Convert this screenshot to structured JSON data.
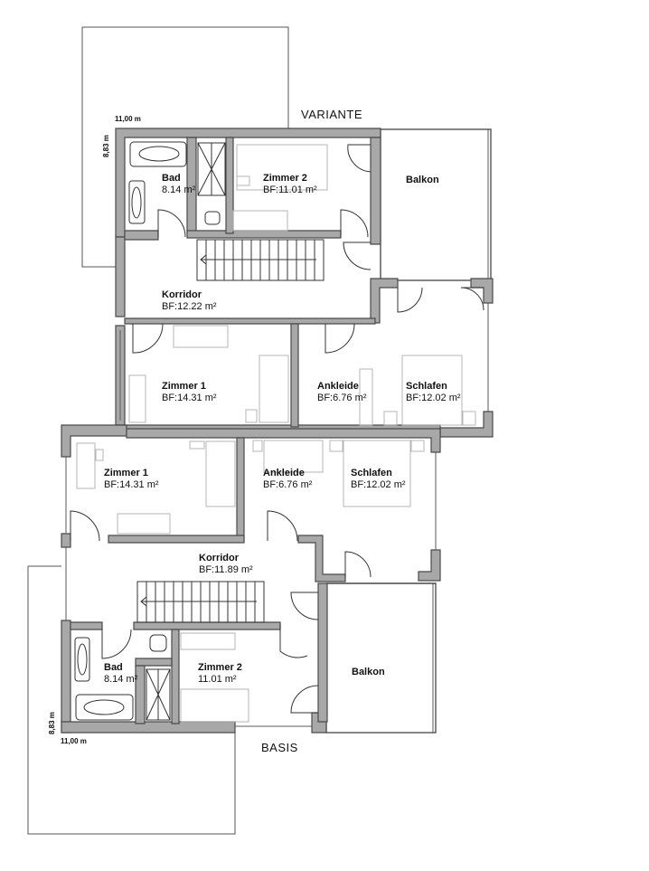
{
  "variante": {
    "heading": "VARIANTE",
    "dim_width": "11,00 m",
    "dim_height": "8,83 m",
    "rooms": {
      "bad": {
        "name": "Bad",
        "area": "8.14 m²"
      },
      "zimmer2": {
        "name": "Zimmer 2",
        "area": "BF:11.01 m²"
      },
      "balkon": {
        "name": "Balkon"
      },
      "korridor": {
        "name": "Korridor",
        "area": "BF:12.22 m²"
      },
      "zimmer1": {
        "name": "Zimmer 1",
        "area": "BF:14.31 m²"
      },
      "ankleide": {
        "name": "Ankleide",
        "area": "BF:6.76 m²"
      },
      "schlafen": {
        "name": "Schlafen",
        "area": "BF:12.02 m²"
      }
    }
  },
  "basis": {
    "heading": "BASIS",
    "dim_width": "11,00 m",
    "dim_height": "8,83 m",
    "rooms": {
      "zimmer1": {
        "name": "Zimmer 1",
        "area": "BF:14.31 m²"
      },
      "ankleide": {
        "name": "Ankleide",
        "area": "BF:6.76 m²"
      },
      "schlafen": {
        "name": "Schlafen",
        "area": "BF:12.02 m²"
      },
      "korridor": {
        "name": "Korridor",
        "area": "BF:11.89 m²"
      },
      "bad": {
        "name": "Bad",
        "area": "8.14 m²"
      },
      "zimmer2": {
        "name": "Zimmer 2",
        "area": "11.01 m²"
      },
      "balkon": {
        "name": "Balkon"
      }
    }
  }
}
